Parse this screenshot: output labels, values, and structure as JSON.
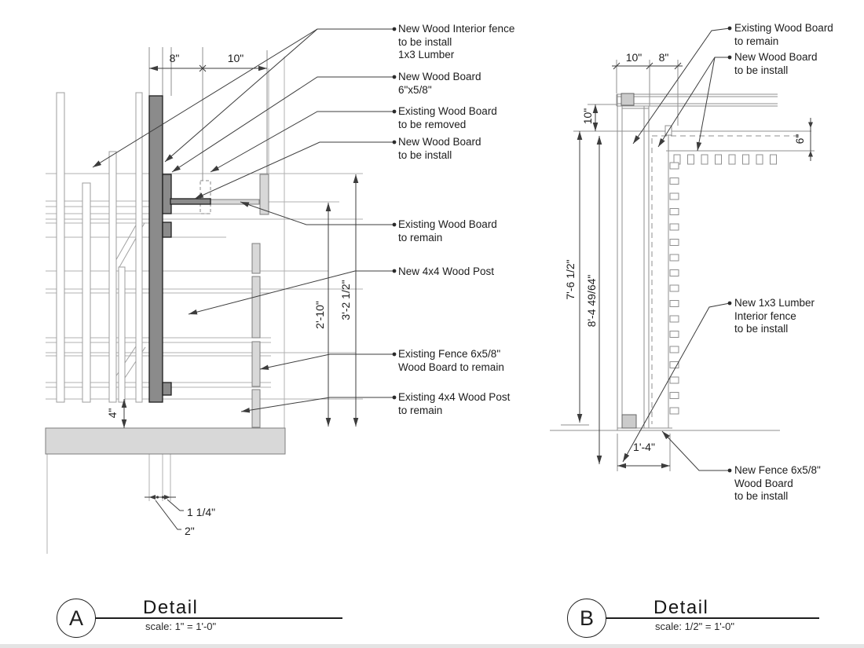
{
  "detail_a": {
    "labels": [
      {
        "lines": [
          "New Wood Interior fence",
          "to be install",
          "1x3 Lumber"
        ]
      },
      {
        "lines": [
          "New Wood Board",
          "6\"x5/8\""
        ]
      },
      {
        "lines": [
          "Existing Wood Board",
          "to be removed"
        ]
      },
      {
        "lines": [
          "New Wood Board",
          "to be install"
        ]
      },
      {
        "lines": [
          "Existing Wood Board",
          "to remain"
        ]
      },
      {
        "lines": [
          "New 4x4 Wood Post"
        ]
      },
      {
        "lines": [
          "Existing Fence 6x5/8\"",
          "Wood Board to remain"
        ]
      },
      {
        "lines": [
          "Existing 4x4 Wood Post",
          "to remain"
        ]
      }
    ],
    "dims": {
      "top_a": "8\"",
      "top_b": "10\"",
      "height_inner": "2'-10\"",
      "height_outer": "3'-2 1/2\"",
      "embed": "4\"",
      "board_thk": "1 1/4\"",
      "post_thk": "2\""
    },
    "title": {
      "bubble": "A",
      "name": "Detail",
      "scale": "scale: 1\" = 1'-0\""
    }
  },
  "detail_b": {
    "labels": [
      {
        "lines": [
          "Existing Wood Board",
          "to remain"
        ]
      },
      {
        "lines": [
          "New Wood Board",
          "to be install"
        ]
      },
      {
        "lines": [
          "New 1x3 Lumber",
          "Interior fence",
          "to be install"
        ]
      },
      {
        "lines": [
          "New Fence 6x5/8\"",
          "Wood Board",
          "to be install"
        ]
      }
    ],
    "dims": {
      "top_a": "10\"",
      "top_b": "8\"",
      "side": "10\"",
      "height_outer": "7'-6 1/2\"",
      "height_inner": "8'-4 49/64\"",
      "gap": "6\"",
      "bottom": "1'-4\""
    },
    "title": {
      "bubble": "B",
      "name": "Detail",
      "scale": "scale: 1/2\" = 1'-0\""
    }
  }
}
